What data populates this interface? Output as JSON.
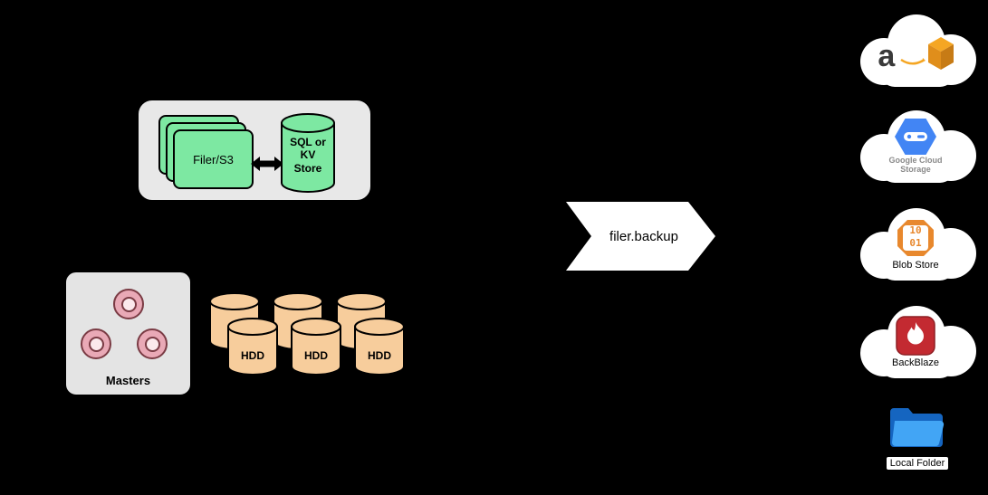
{
  "filer_group": {
    "filer_label": "Filer/S3",
    "store_label": "SQL or\nKV\nStore"
  },
  "masters": {
    "label": "Masters"
  },
  "volumes": {
    "hdd_label": "HDD"
  },
  "backup": {
    "label": "filer.backup"
  },
  "destinations": {
    "aws": {
      "letter": "a"
    },
    "gcs": {
      "label": "Google Cloud\nStorage"
    },
    "blob": {
      "label": "Blob Store",
      "bits_top": "10",
      "bits_bottom": "01"
    },
    "backblaze": {
      "label": "BackBlaze"
    },
    "local": {
      "label": "Local Folder"
    }
  },
  "colors": {
    "card_green": "#7de8a2",
    "hdd_tan": "#f7cd9c",
    "master_pink": "#e9a9b6",
    "group_gray": "#e8e8e8",
    "cloud_white": "#ffffff",
    "gcp_blue": "#4285f4",
    "blob_orange": "#e8882d",
    "backblaze_red": "#c32a31",
    "folder_blue": "#1e88e5",
    "background": "#000000"
  }
}
